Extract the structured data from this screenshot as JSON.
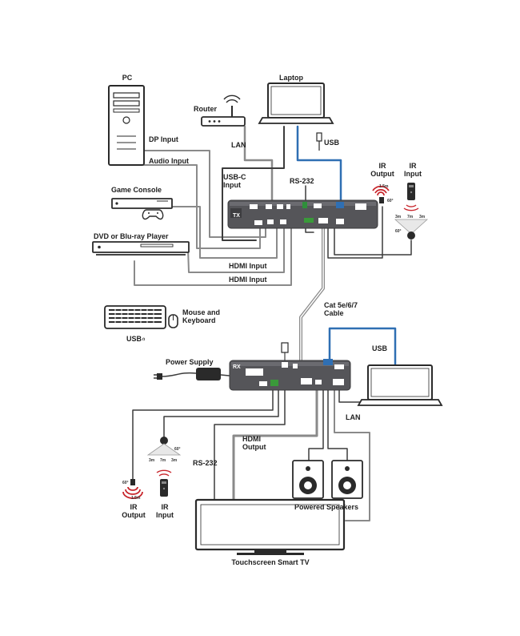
{
  "labels": {
    "pc": "PC",
    "laptop_top": "Laptop",
    "router": "Router",
    "lan_top": "LAN",
    "usb_top": "USB",
    "dp_input": "DP Input",
    "audio_input": "Audio Input",
    "usb_c_input": "USB-C\nInput",
    "rs232_top": "RS-232",
    "ir_output_top": "IR\nOutput",
    "ir_input_top": "IR\nInput",
    "game_console": "Game Console",
    "dvd_player": "DVD or Blu-ray Player",
    "hdmi_input_1": "HDMI Input",
    "hdmi_input_2": "HDMI Input",
    "mouse_keyboard": "Mouse and\nKeyboard",
    "usb_keyboard": "USB",
    "cat_cable": "Cat 5e/6/7\nCable",
    "usb_rx": "USB",
    "power_supply": "Power Supply",
    "lan_rx": "LAN",
    "hdmi_output": "HDMI\nOutput",
    "rs232_bottom": "RS-232",
    "powered_speakers": "Powered Speakers",
    "ir_output_bottom": "IR\nOutput",
    "ir_input_bottom": "IR\nInput",
    "touchscreen_tv": "Touchscreen Smart TV",
    "tx_tag": "TX",
    "rx_tag": "RX"
  },
  "sensor_marks": {
    "top_emitter_distance": "1.5m",
    "top_emitter_angle": "60°",
    "top_receiver_d1": "3m",
    "top_receiver_d2": "7m",
    "top_receiver_d3": "3m",
    "top_receiver_angle": "60°",
    "bottom_receiver_d1": "3m",
    "bottom_receiver_d2": "7m",
    "bottom_receiver_d3": "3m",
    "bottom_receiver_angle": "60°",
    "bottom_emitter_distance": "1.5m",
    "bottom_emitter_angle": "60°"
  },
  "colors": {
    "cable": "#8a8a8a",
    "cable_dark": "#4a4a4a",
    "usb_blue": "#2f6fb3",
    "device_gray": "#555559",
    "green_port": "#3a9a3a",
    "ir_red": "#c8262c"
  }
}
